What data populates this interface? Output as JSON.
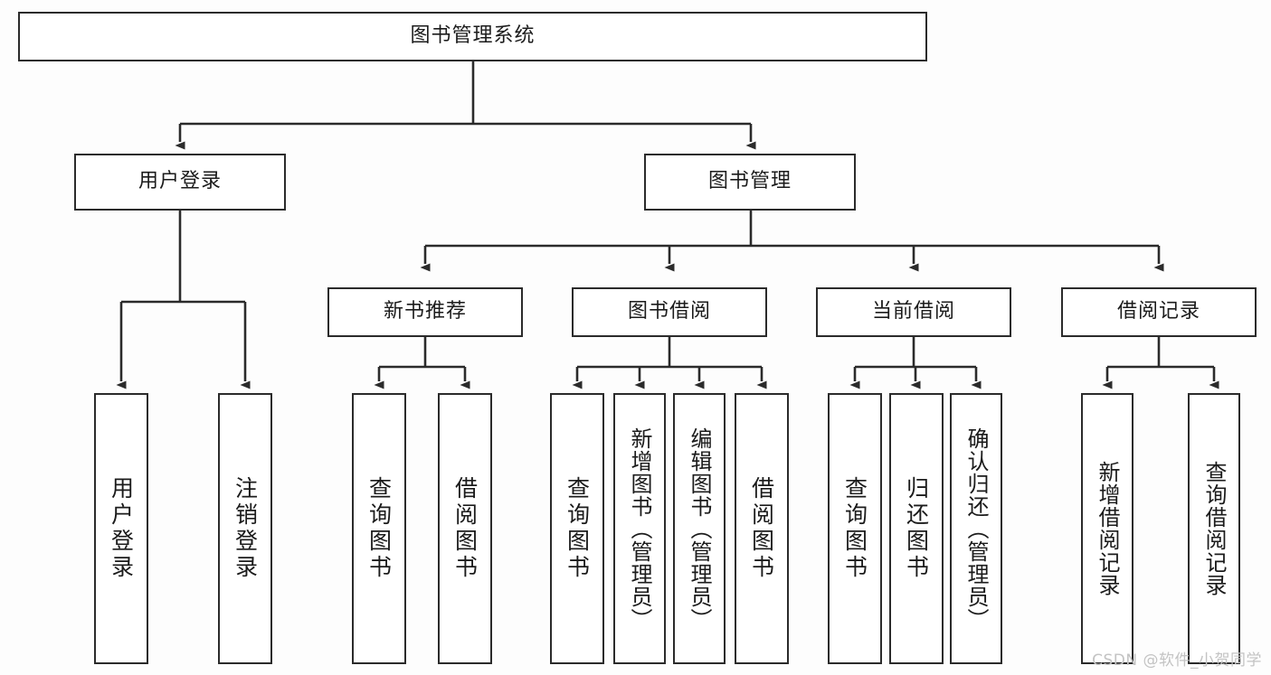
{
  "diagram": {
    "title": "图书管理系统",
    "type": "tree-hierarchy",
    "root": {
      "label": "图书管理系统"
    },
    "level2": [
      {
        "label": "用户登录"
      },
      {
        "label": "图书管理"
      }
    ],
    "level3": [
      {
        "label": "新书推荐"
      },
      {
        "label": "图书借阅"
      },
      {
        "label": "当前借阅"
      },
      {
        "label": "借阅记录"
      }
    ],
    "leaves": {
      "user_login": [
        {
          "label": "用户登录"
        },
        {
          "label": "注销登录"
        }
      ],
      "new_book_recommend": [
        {
          "label": "查询图书"
        },
        {
          "label": "借阅图书"
        }
      ],
      "book_borrow": [
        {
          "label": "查询图书"
        },
        {
          "label": "新增图书（管理员）"
        },
        {
          "label": "编辑图书（管理员）"
        },
        {
          "label": "借阅图书"
        }
      ],
      "current_borrow": [
        {
          "label": "查询图书"
        },
        {
          "label": "归还图书"
        },
        {
          "label": "确认归还（管理员）"
        }
      ],
      "borrow_record": [
        {
          "label": "新增借阅记录"
        },
        {
          "label": "查询借阅记录"
        }
      ]
    }
  },
  "watermark": {
    "text": "CSDN @软件_小贺同学"
  },
  "colors": {
    "border": "#2b2b2b",
    "background": "#fdfdfd",
    "node_fill": "#ffffff",
    "text": "#1b1b1b",
    "watermark": "#c3c3c3"
  }
}
